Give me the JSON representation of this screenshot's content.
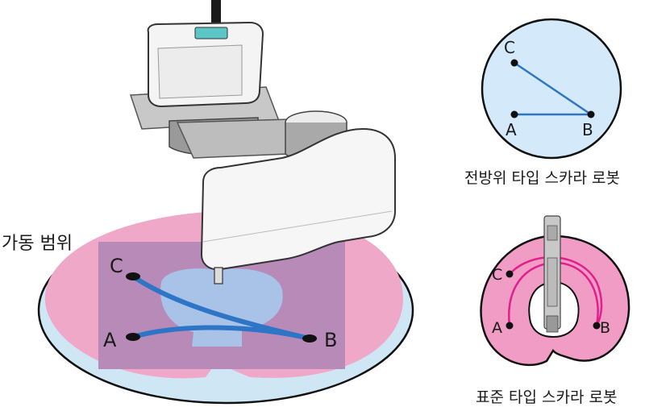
{
  "main_diagram": {
    "range_label": "가동 범위",
    "points": {
      "a": "A",
      "b": "B",
      "c": "C"
    }
  },
  "omnidirectional": {
    "caption": "전방위 타입 스카라 로봇",
    "points": {
      "a": "A",
      "b": "B",
      "c": "C"
    }
  },
  "standard": {
    "caption": "표준 타입 스카라 로봇",
    "points": {
      "a": "A",
      "b": "B",
      "c": "C"
    }
  },
  "colors": {
    "outer_area": "#cfe6f5",
    "pink_zone": "#f0a8c8",
    "overlap_zone": "#b88ab8",
    "path_blue": "#2e75c6",
    "path_magenta": "#e0208c"
  }
}
